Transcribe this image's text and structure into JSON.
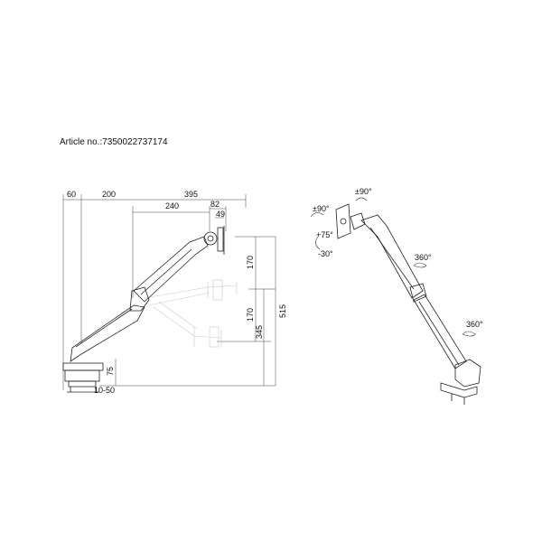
{
  "header": {
    "article": "Article no.:7350022737174"
  },
  "side_view": {
    "dims": {
      "d60": "60",
      "d200": "200",
      "d395": "395",
      "d240": "240",
      "d82": "82",
      "d49": "49",
      "d170a": "170",
      "d170b": "170",
      "d345": "345",
      "d515": "515",
      "d75": "75",
      "clamp": "10-50"
    }
  },
  "perspective_view": {
    "labels": {
      "tilt_pm90": "±90°",
      "swivel_pm90": "±90°",
      "tilt_up": "+75°",
      "tilt_down": "-30°",
      "rot_mid": "360°",
      "rot_base": "360°"
    }
  }
}
